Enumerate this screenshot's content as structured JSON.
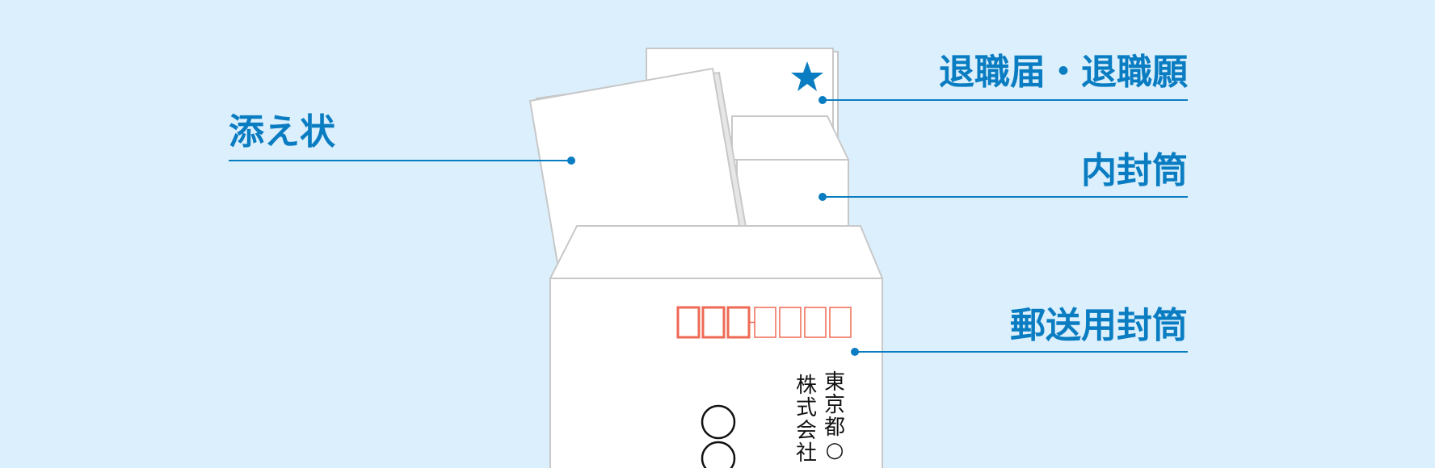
{
  "colors": {
    "background": "#dbeffc",
    "accent": "#0a7dc2",
    "postal_box": "#ee6a55",
    "paper": "#ffffff",
    "paper_edge": "#c8c8c8"
  },
  "labels": {
    "cover_letter": "添え状",
    "resignation": "退職届・退職願",
    "inner_envelope": "内封筒",
    "mailing_envelope": "郵送用封筒"
  },
  "envelope": {
    "address_col1": [
      "東",
      "京",
      "都",
      "○"
    ],
    "address_col2": [
      "株",
      "式",
      "会",
      "社"
    ],
    "recipient": [
      "○",
      "○"
    ],
    "postal_box_count": 7
  },
  "icons": {
    "star": "star-icon"
  }
}
